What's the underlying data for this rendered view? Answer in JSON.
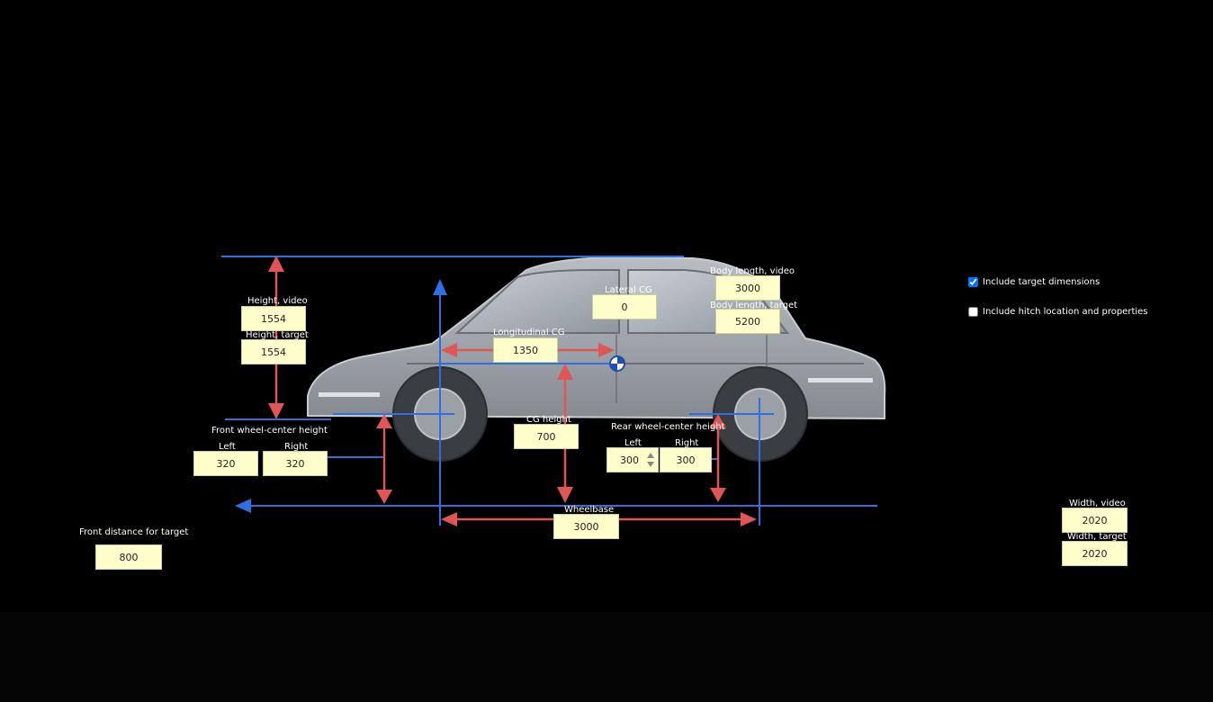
{
  "labels": {
    "height_video": "Height, video",
    "height_target": "Height, target",
    "lateral_cg": "Lateral CG",
    "longitudinal_cg": "Longitudinal CG",
    "body_length_video": "Body length, video",
    "body_length_target": "Body length, target",
    "front_wheel_center_height": "Front wheel-center height",
    "front_left": "Left",
    "front_right": "Right",
    "cg_height": "CG height",
    "rear_wheel_center_height": "Rear wheel-center height",
    "rear_left": "Left",
    "rear_right": "Right",
    "wheelbase": "Wheelbase",
    "front_distance_target": "Front distance for target",
    "width_video": "Width, video",
    "width_target": "Width, target"
  },
  "values": {
    "height_video": "1554",
    "height_target": "1554",
    "lateral_cg": "0",
    "longitudinal_cg": "1350",
    "body_length_video": "3000",
    "body_length_target": "5200",
    "front_left": "320",
    "front_right": "320",
    "cg_height": "700",
    "rear_left": "300",
    "rear_right": "300",
    "wheelbase": "3000",
    "front_distance_target": "800",
    "width_video": "2020",
    "width_target": "2020"
  },
  "options": {
    "include_target_dimensions": {
      "label": "Include target dimensions",
      "checked": true
    },
    "include_hitch": {
      "label": "Include hitch location and properties",
      "checked": false
    }
  },
  "colors": {
    "dimension_line": "#2f6fe0",
    "arrow": "#e05555",
    "field_bg": "#ffffcc",
    "car_body": "#9da2a8",
    "tire": "#3a3d42"
  }
}
